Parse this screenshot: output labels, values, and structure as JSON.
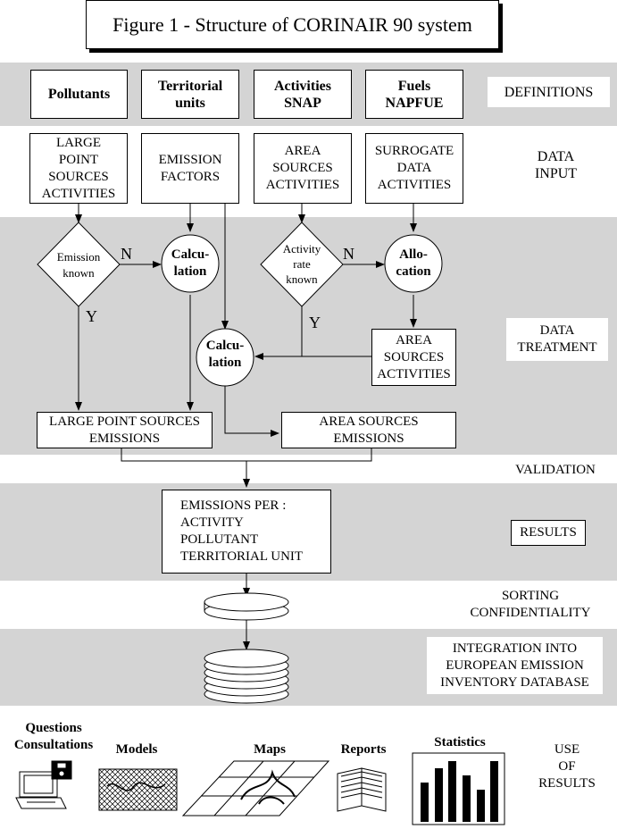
{
  "title": "Figure 1 - Structure of CORINAIR 90 system",
  "definitions": {
    "boxes": [
      "Pollutants",
      "Territorial\nunits",
      "Activities\nSNAP",
      "Fuels\nNAPFUE"
    ],
    "label": "DEFINITIONS"
  },
  "data_input": {
    "boxes": [
      "LARGE\nPOINT\nSOURCES\nACTIVITIES",
      "EMISSION\nFACTORS",
      "AREA\nSOURCES\nACTIVITIES",
      "SURROGATE\nDATA\nACTIVITIES"
    ],
    "label": "DATA\nINPUT"
  },
  "data_treatment": {
    "decision_emission": "Emission\nknown",
    "decision_activity": "Activity\nrate\nknown",
    "calc1": "Calcu-\nlation",
    "calc2": "Calcu-\nlation",
    "allocation": "Allo-\ncation",
    "area_activities": "AREA\nSOURCES\nACTIVITIES",
    "large_emissions": "LARGE POINT SOURCES\nEMISSIONS",
    "area_emissions": "AREA SOURCES\nEMISSIONS",
    "yes": "Y",
    "no": "N",
    "label": "DATA\nTREATMENT"
  },
  "validation_label": "VALIDATION",
  "results": {
    "box": "EMISSIONS PER :\n   ACTIVITY\n   POLLUTANT\n   TERRITORIAL UNIT",
    "label": "RESULTS"
  },
  "sorting_label": "SORTING\nCONFIDENTIALITY",
  "integration_label": "INTEGRATION INTO\nEUROPEAN EMISSION\nINVENTORY DATABASE",
  "use": {
    "questions": "Questions\nConsultations",
    "models": "Models",
    "maps": "Maps",
    "reports": "Reports",
    "statistics": "Statistics",
    "label": "USE\nOF\nRESULTS"
  }
}
